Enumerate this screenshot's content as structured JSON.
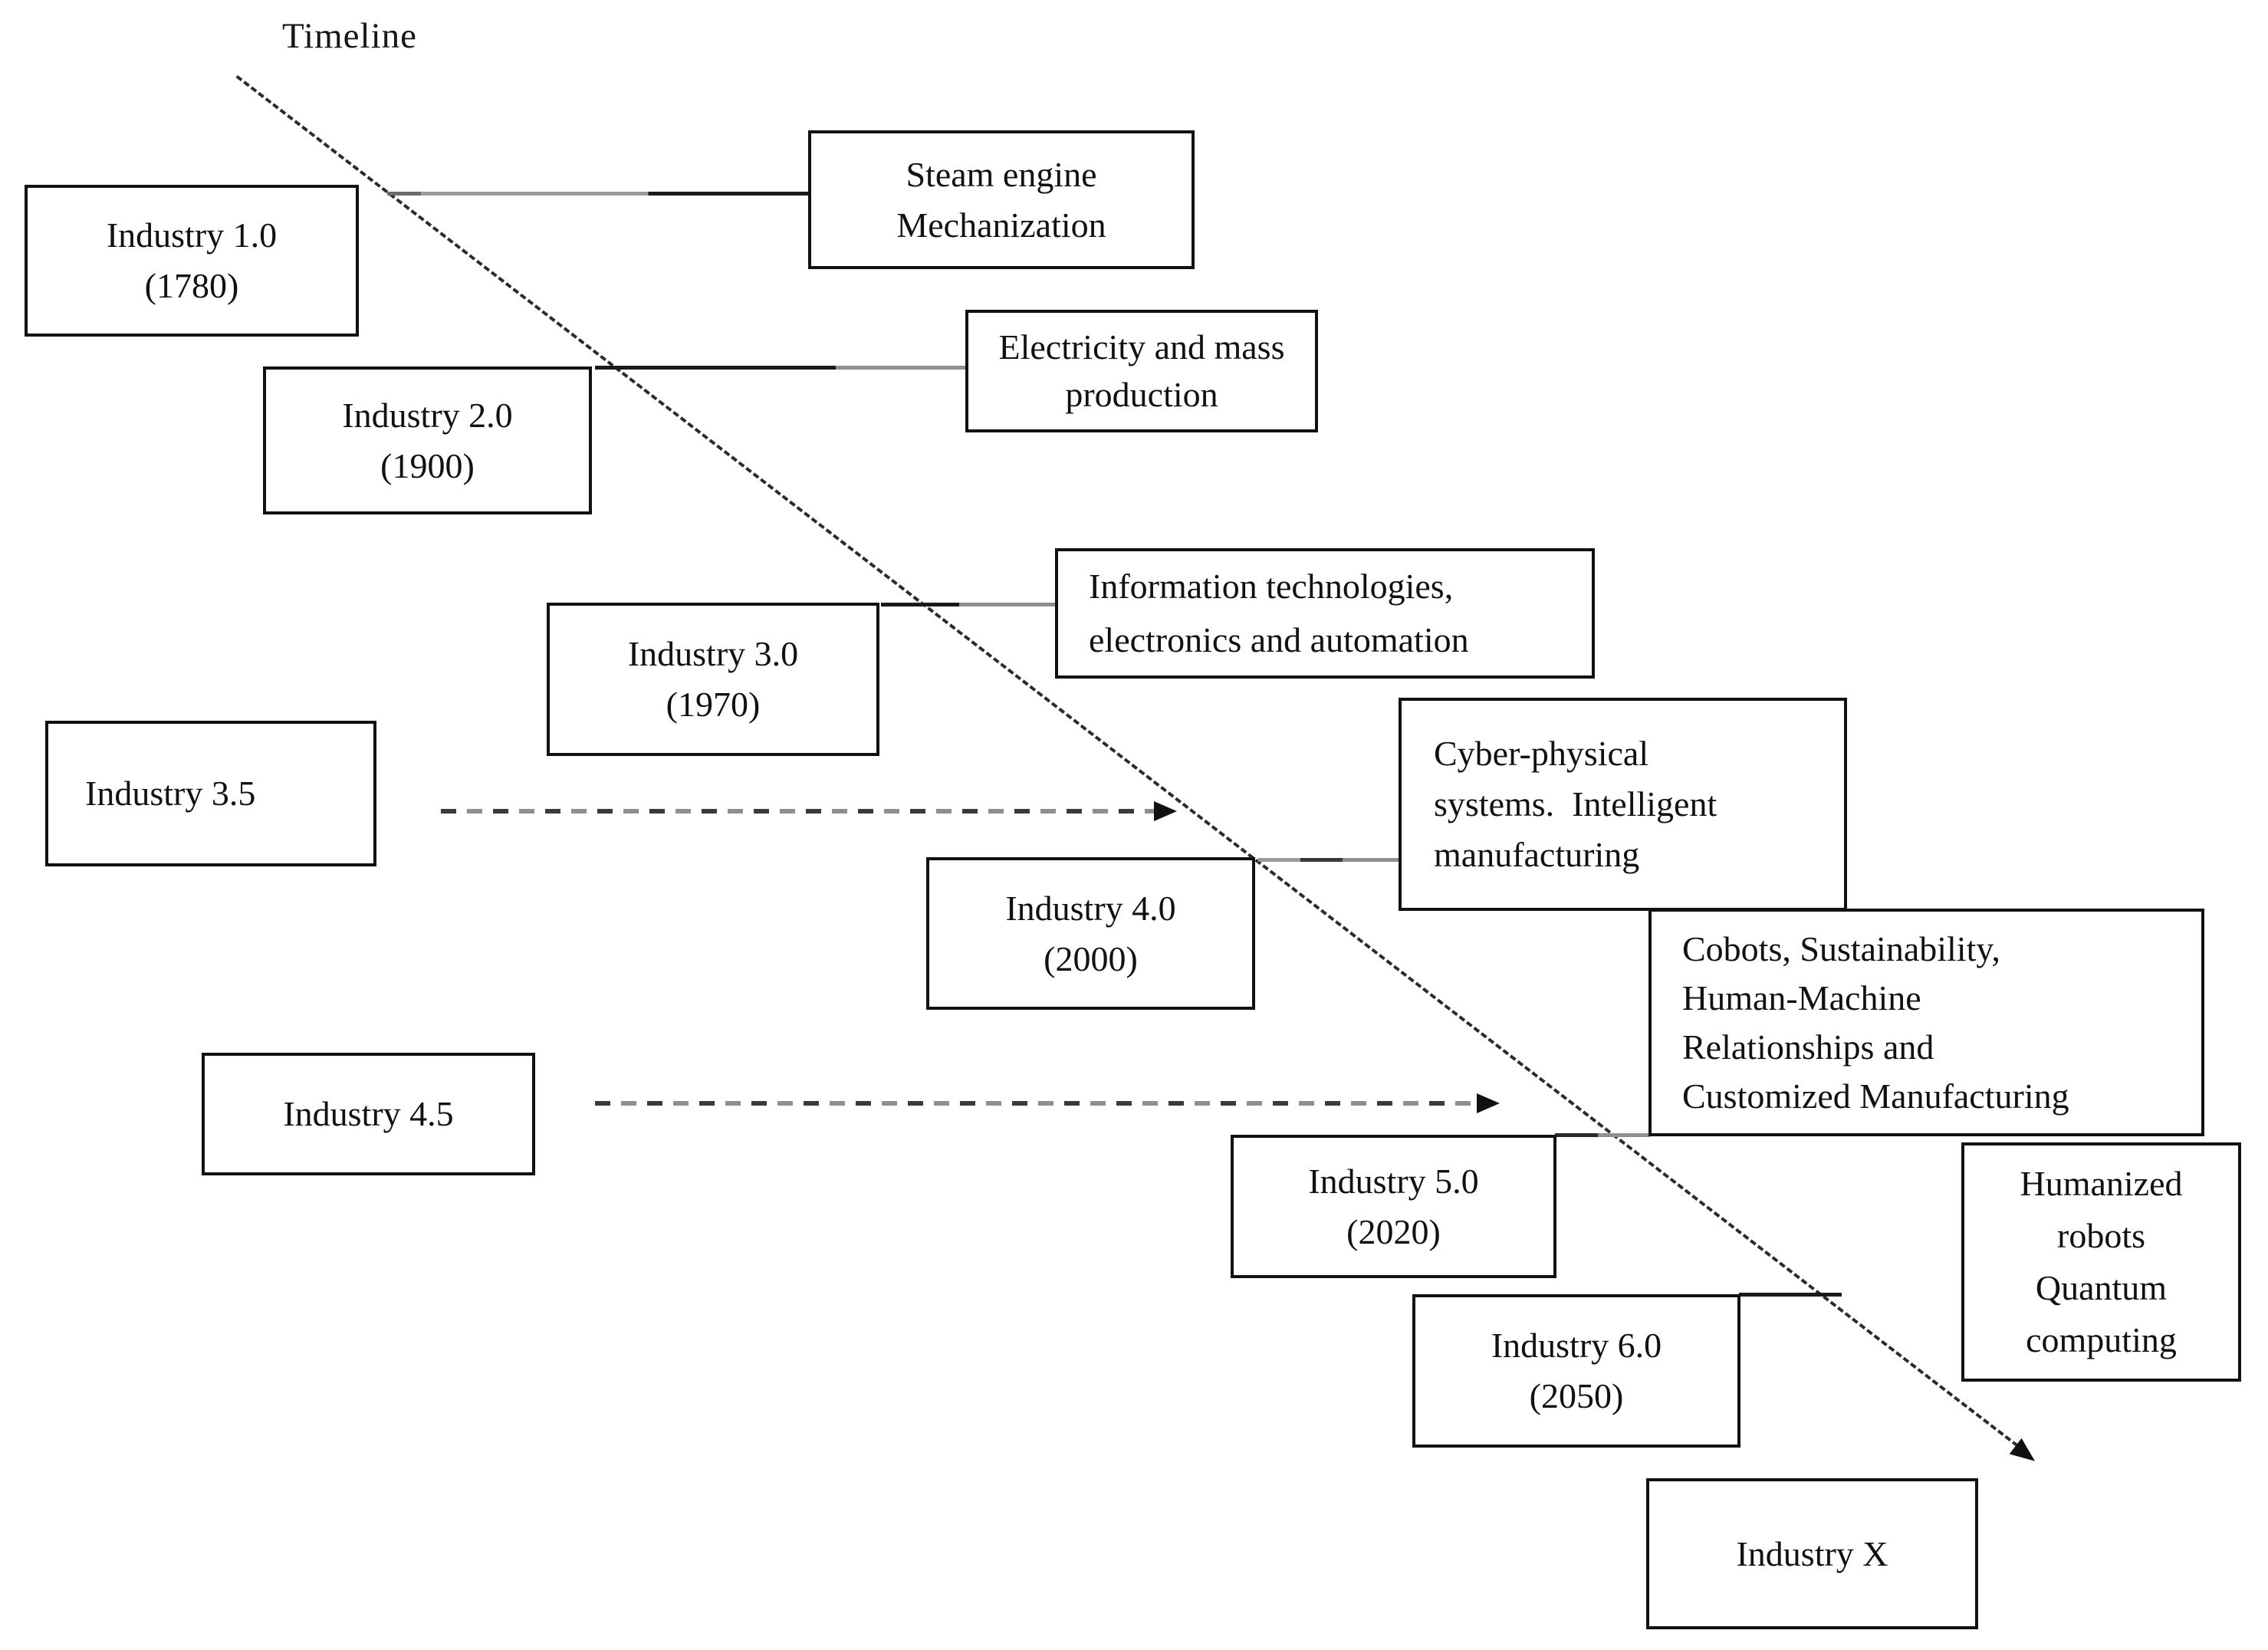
{
  "diagram": {
    "title": "Timeline",
    "nodes": {
      "industry10": {
        "line1": "Industry 1.0",
        "line2": "(1780)"
      },
      "industry20": {
        "line1": "Industry 2.0",
        "line2": "(1900)"
      },
      "industry30": {
        "line1": "Industry 3.0",
        "line2": "(1970)"
      },
      "industry35": {
        "line1": "Industry 3.5"
      },
      "industry40": {
        "line1": "Industry 4.0",
        "line2": "(2000)"
      },
      "industry45": {
        "line1": "Industry 4.5"
      },
      "industry50": {
        "line1": "Industry 5.0",
        "line2": "(2020)"
      },
      "industry60": {
        "line1": "Industry 6.0",
        "line2": "(2050)"
      },
      "industryX": {
        "line1": "Industry X"
      }
    },
    "descriptions": {
      "steam": {
        "line1": "Steam engine",
        "line2": "Mechanization"
      },
      "electricity": {
        "line1": "Electricity and mass",
        "line2": "production"
      },
      "information": {
        "line1": "Information technologies,",
        "line2": "electronics and automation"
      },
      "cyber": {
        "line1": "Cyber-physical",
        "line2": "systems.  Intelligent",
        "line3": "manufacturing"
      },
      "cobots": {
        "line1": "Cobots, Sustainability,",
        "line2": "Human-Machine",
        "line3": "Relationships and",
        "line4": "Customized Manufacturing"
      },
      "humanized": {
        "line1": "Humanized",
        "line2": "robots",
        "line3": "Quantum",
        "line4": "computing"
      }
    },
    "colors": {
      "background": "#ffffff",
      "box_border": "#111111",
      "text": "#111111",
      "connector_gray": "#8f8f8f",
      "connector_black": "#1a1a1a",
      "timeline_dash": "#2b2b2b"
    }
  }
}
